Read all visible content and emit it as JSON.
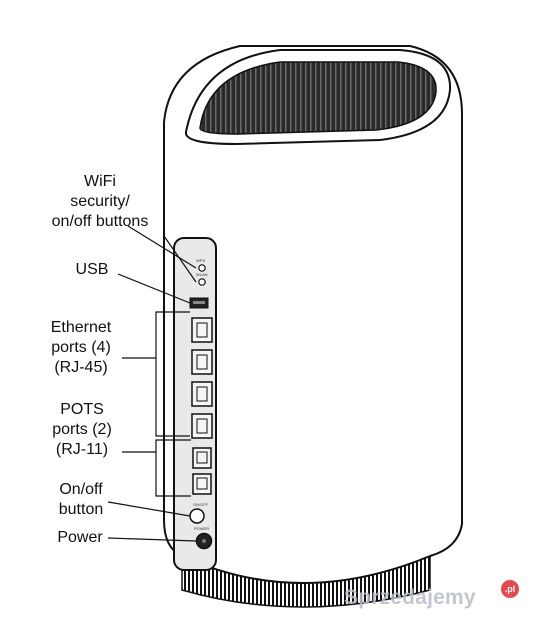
{
  "callouts": {
    "wifi": [
      "WiFi",
      "security/",
      "on/off buttons"
    ],
    "usb": [
      "USB"
    ],
    "ethernet": [
      "Ethernet",
      "ports (4)",
      "(RJ-45)"
    ],
    "pots": [
      "POTS",
      "ports (2)",
      "(RJ-11)"
    ],
    "onoff": [
      "On/off",
      "button"
    ],
    "power": [
      "Power"
    ]
  },
  "watermark": {
    "text": "Sprzedajemy",
    "badge": ".pl"
  },
  "colors": {
    "ink": "#111111",
    "body": "#ffffff",
    "top_opening": "#2a2a2a",
    "panel": "#e9e9e9",
    "watermark_badge": "#e8484c"
  }
}
